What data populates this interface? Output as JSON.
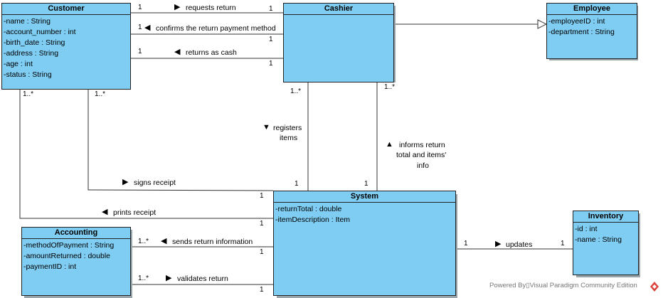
{
  "classes": {
    "customer": {
      "name": "Customer",
      "attributes": [
        "-name : String",
        "-account_number : int",
        "-birth_date : String",
        "-address : String",
        "-age : int",
        "-status : String"
      ]
    },
    "cashier": {
      "name": "Cashier",
      "attributes": []
    },
    "employee": {
      "name": "Employee",
      "attributes": [
        "-employeeID : int",
        "-department : String"
      ]
    },
    "system": {
      "name": "System",
      "attributes": [
        "-returnTotal : double",
        "-itemDescription : Item"
      ]
    },
    "accounting": {
      "name": "Accounting",
      "attributes": [
        "-methodOfPayment : String",
        "-amountReturned : double",
        "-paymentID : int"
      ]
    },
    "inventory": {
      "name": "Inventory",
      "attributes": [
        "-id : int",
        "-name : String"
      ]
    }
  },
  "associations": {
    "requests_return": {
      "label": "requests return",
      "end_a": "1",
      "end_b": "1"
    },
    "confirms_payment": {
      "label": "confirms the return payment method",
      "end_a": "1",
      "end_b": "1"
    },
    "returns_cash": {
      "label": "returns as cash",
      "end_a": "1",
      "end_b": "1"
    },
    "registers_items": {
      "label_line1": "registers",
      "label_line2": "items",
      "end_a": "1..*",
      "end_b": "1"
    },
    "informs_return": {
      "label_line1": "informs return",
      "label_line2": "total and items'",
      "label_line3": "info",
      "end_a": "1..*",
      "end_b": "1"
    },
    "signs_receipt": {
      "label": "signs receipt",
      "end_a": "1..*",
      "end_b": "1"
    },
    "prints_receipt": {
      "label": "prints receipt",
      "end_a": "1..*",
      "end_b": "1"
    },
    "sends_return_info": {
      "label": "sends return information",
      "end_a": "1..*",
      "end_b": "1"
    },
    "validates_return": {
      "label": "validates return",
      "end_a": "1..*",
      "end_b": "1"
    },
    "updates": {
      "label": "updates",
      "end_a": "1",
      "end_b": "1"
    }
  },
  "icons": {
    "arrow_right": "▶",
    "arrow_left": "◀",
    "arrow_up": "▲",
    "arrow_down": "▼"
  },
  "colors": {
    "class_fill": "#7fcdf2",
    "line": "#333333"
  },
  "footer": {
    "text": "Powered By▯Visual Paradigm Community Edition"
  }
}
